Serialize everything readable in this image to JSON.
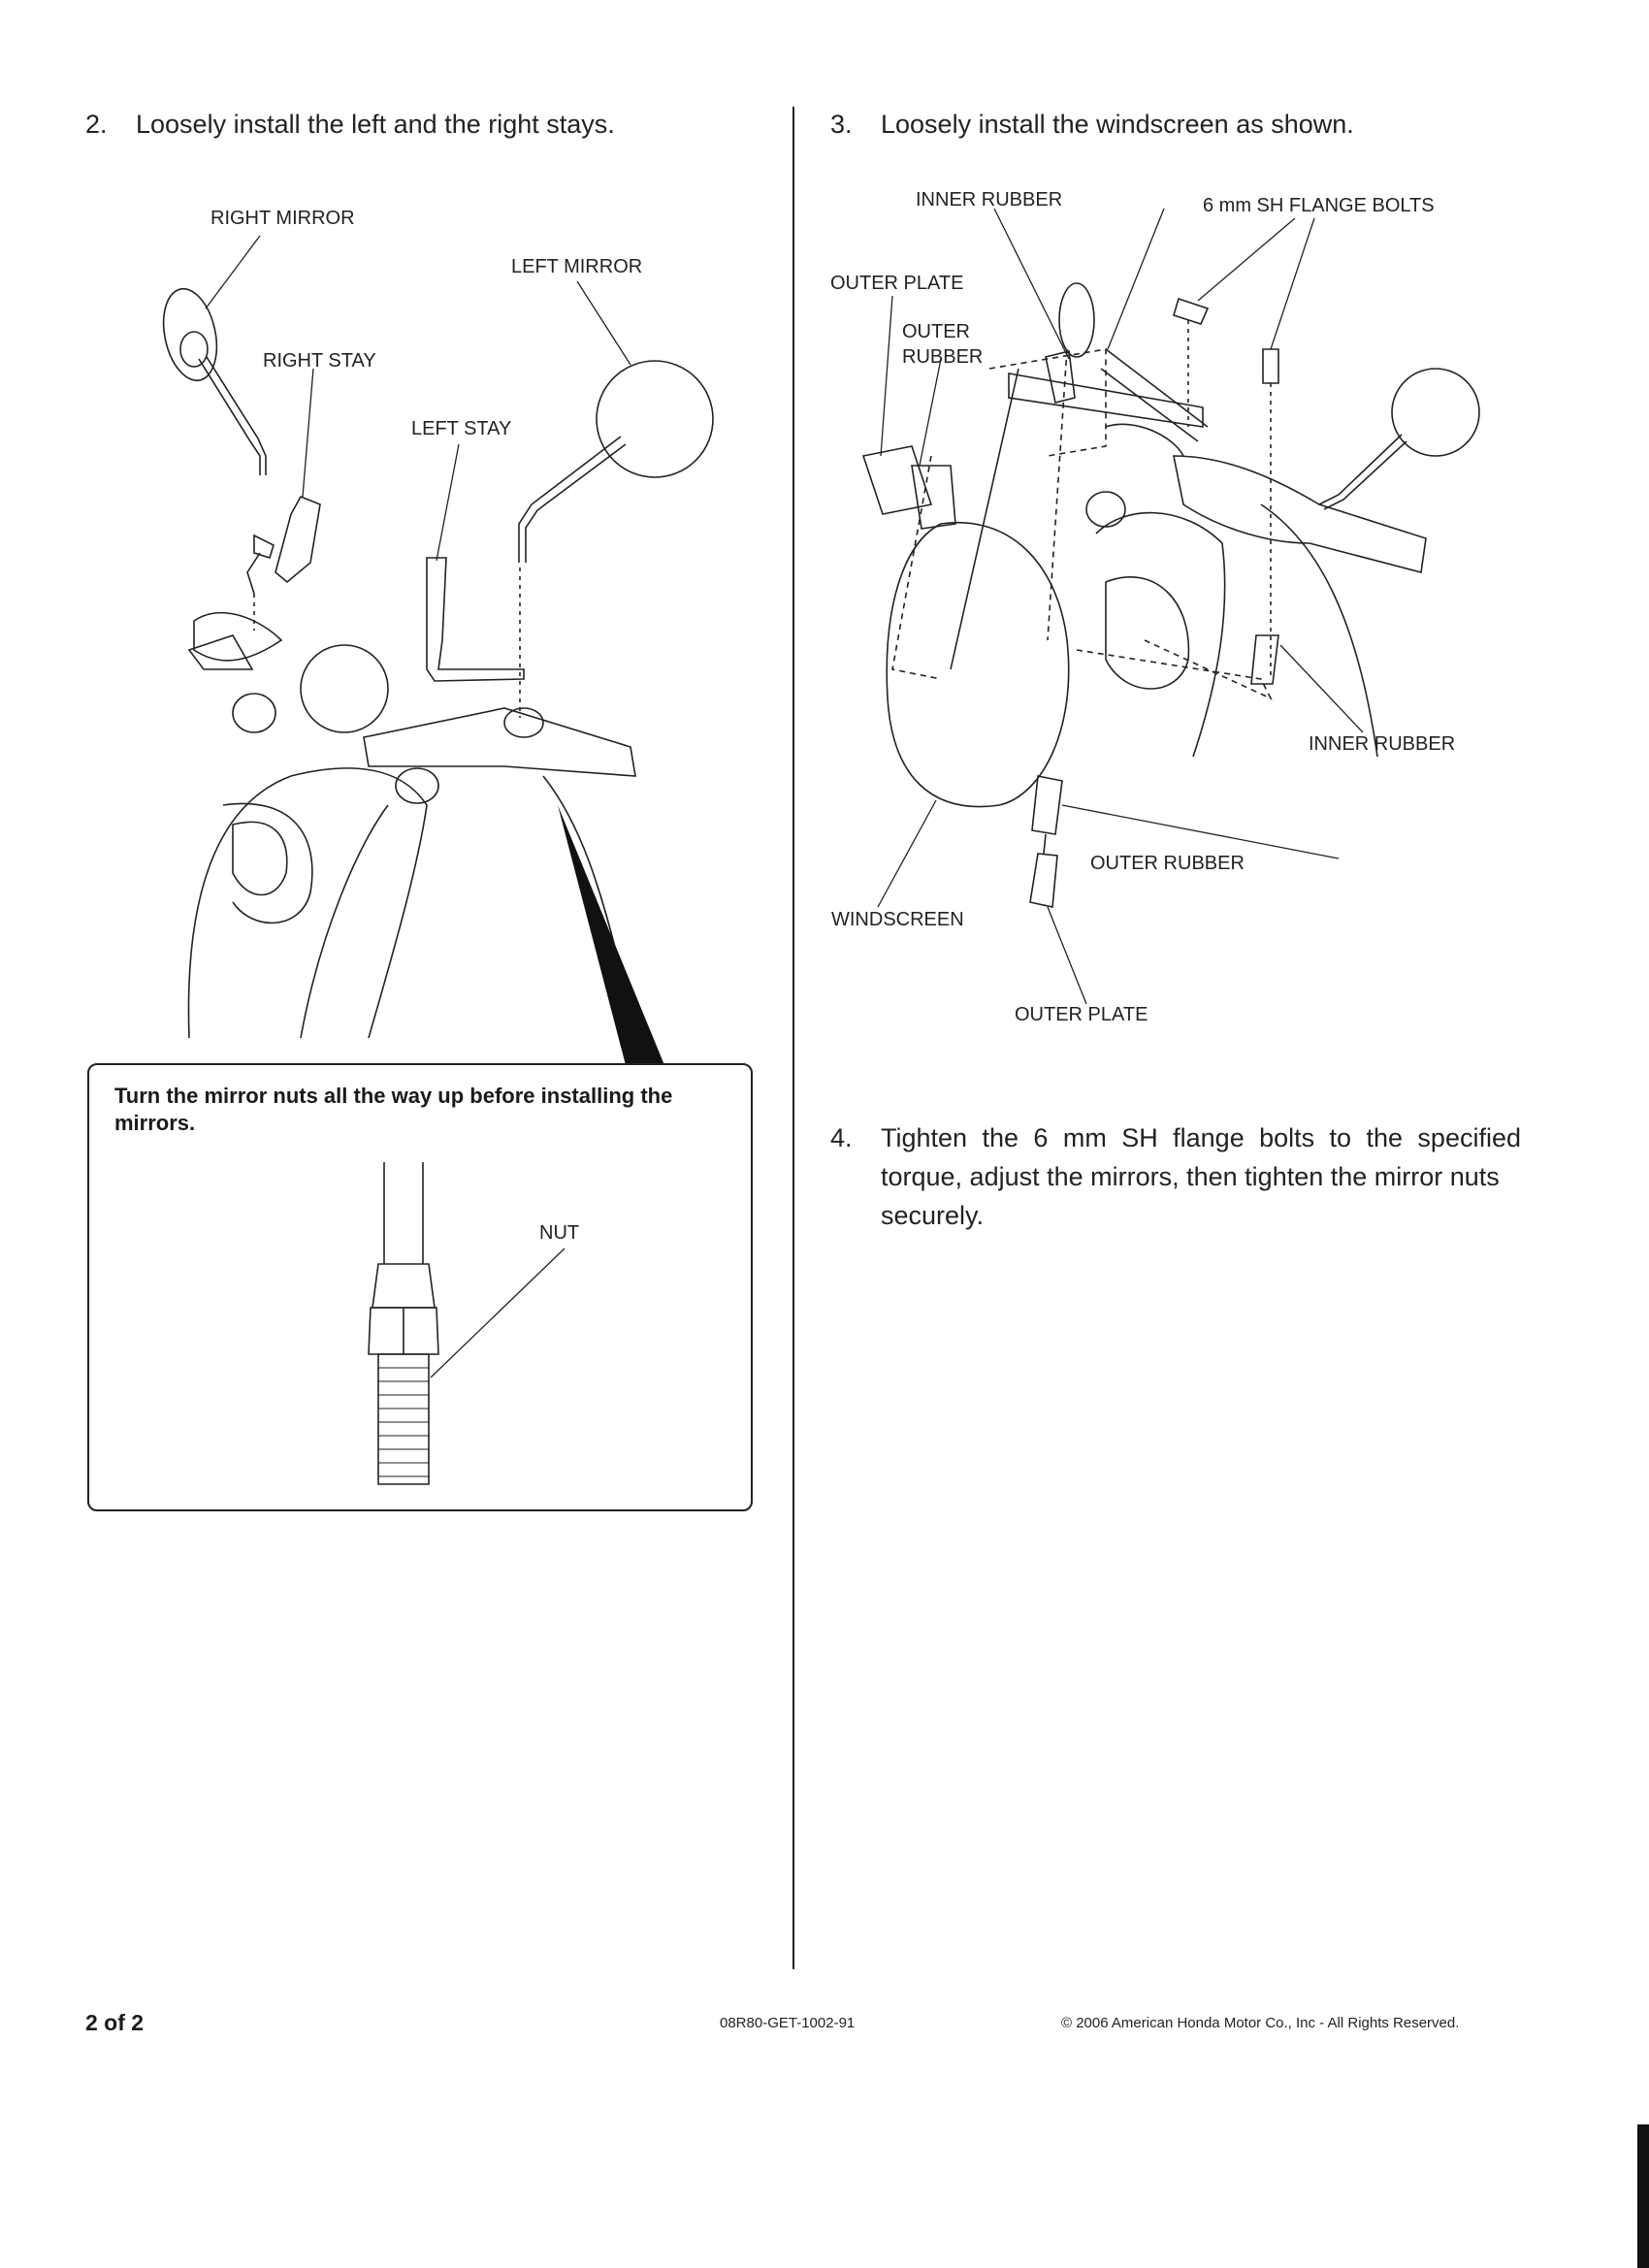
{
  "step2": {
    "number": "2.",
    "text": "Loosely install the left and the right stays."
  },
  "step3": {
    "number": "3.",
    "text": "Loosely install the windscreen as shown."
  },
  "step4": {
    "number": "4.",
    "text_lines": [
      "Tighten the 6 mm SH flange bolts to the specified",
      "torque, adjust the mirrors, then tighten the mirror nuts",
      "securely."
    ]
  },
  "figure_left": {
    "labels": {
      "right_mirror": "RIGHT MIRROR",
      "left_mirror": "LEFT MIRROR",
      "right_stay": "RIGHT STAY",
      "left_stay": "LEFT STAY"
    }
  },
  "callout": {
    "text": "Turn the mirror nuts all the way up before installing the mirrors.",
    "nut_label": "NUT"
  },
  "figure_right": {
    "labels": {
      "inner_rubber_top": "INNER RUBBER",
      "flange_bolts": "6 mm SH FLANGE BOLTS",
      "outer_plate_top": "OUTER PLATE",
      "outer_rubber_top_line1": "OUTER",
      "outer_rubber_top_line2": "RUBBER",
      "inner_rubber_right": "INNER RUBBER",
      "outer_rubber_bottom": "OUTER RUBBER",
      "windscreen": "WINDSCREEN",
      "outer_plate_bottom": "OUTER PLATE"
    }
  },
  "footer": {
    "page": "2 of 2",
    "doc_code": "08R80-GET-1002-91",
    "copyright": "© 2006 American Honda Motor Co., Inc - All Rights Reserved."
  }
}
